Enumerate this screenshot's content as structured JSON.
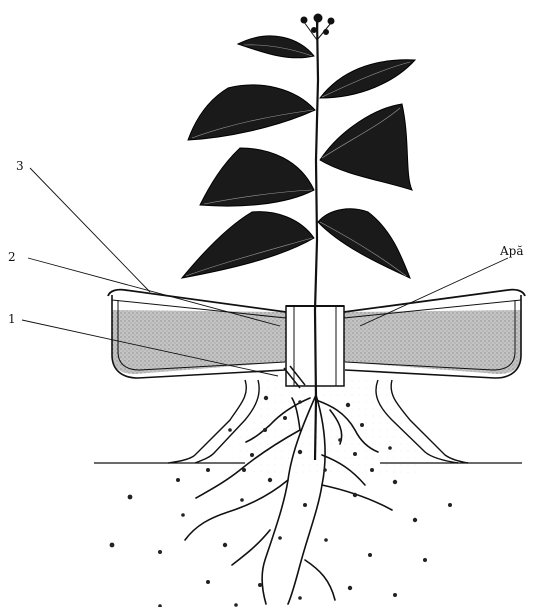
{
  "labels": {
    "callout_3": "3",
    "callout_2": "2",
    "callout_1": "1",
    "water": "Apă"
  },
  "colors": {
    "ink": "#111111",
    "water_fill": "#b8b8b8",
    "leaf_fill": "#1a1a1a",
    "soil_dot": "#222222"
  }
}
